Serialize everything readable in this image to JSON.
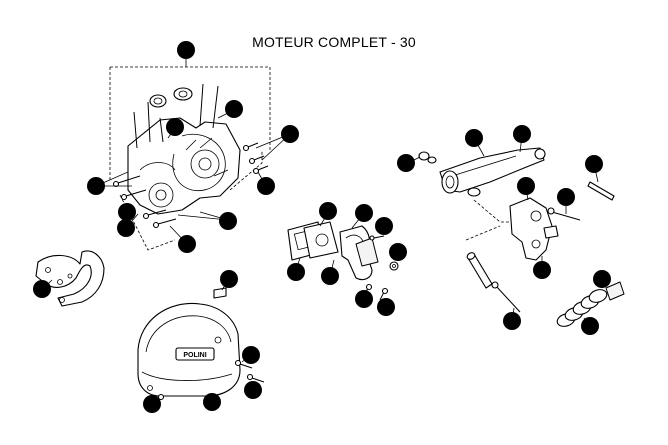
{
  "title": "MOTEUR COMPLET - 30",
  "cover_logo": "POLINI",
  "callouts": [
    {
      "name": "callout-crankcase-assembly"
    },
    {
      "name": "callout-crankcase-half-right"
    },
    {
      "name": "callout-crankcase-half-left"
    },
    {
      "name": "callout-studs"
    },
    {
      "name": "callout-crankcase-bolts"
    },
    {
      "name": "callout-dowel-pins"
    },
    {
      "name": "callout-crankcase-screws"
    },
    {
      "name": "callout-bearing"
    },
    {
      "name": "callout-seal"
    },
    {
      "name": "callout-drain-screw"
    },
    {
      "name": "callout-sprocket-guard"
    },
    {
      "name": "callout-cover-clip"
    },
    {
      "name": "callout-flywheel-cover"
    },
    {
      "name": "callout-cover-screw-a"
    },
    {
      "name": "callout-cover-screw-b"
    },
    {
      "name": "callout-cover-screw-c"
    },
    {
      "name": "callout-cover-nut"
    },
    {
      "name": "callout-intake-gasket-a"
    },
    {
      "name": "callout-intake-gasket-b"
    },
    {
      "name": "callout-intake-spacer"
    },
    {
      "name": "callout-intake-manifold"
    },
    {
      "name": "callout-reed-valve"
    },
    {
      "name": "callout-intake-screw"
    },
    {
      "name": "callout-intake-washer"
    },
    {
      "name": "callout-intake-bolt-a"
    },
    {
      "name": "callout-intake-bolt-b"
    },
    {
      "name": "callout-swingarm-washer"
    },
    {
      "name": "callout-swingarm-bushing"
    },
    {
      "name": "callout-swingarm-nut"
    },
    {
      "name": "callout-swingarm"
    },
    {
      "name": "callout-swingarm-pin"
    },
    {
      "name": "callout-engine-bracket"
    },
    {
      "name": "callout-bracket-bolt"
    },
    {
      "name": "callout-bracket-spacer"
    },
    {
      "name": "callout-axle-tube"
    },
    {
      "name": "callout-long-bolt"
    },
    {
      "name": "callout-spring"
    },
    {
      "name": "callout-spring-cap"
    }
  ]
}
